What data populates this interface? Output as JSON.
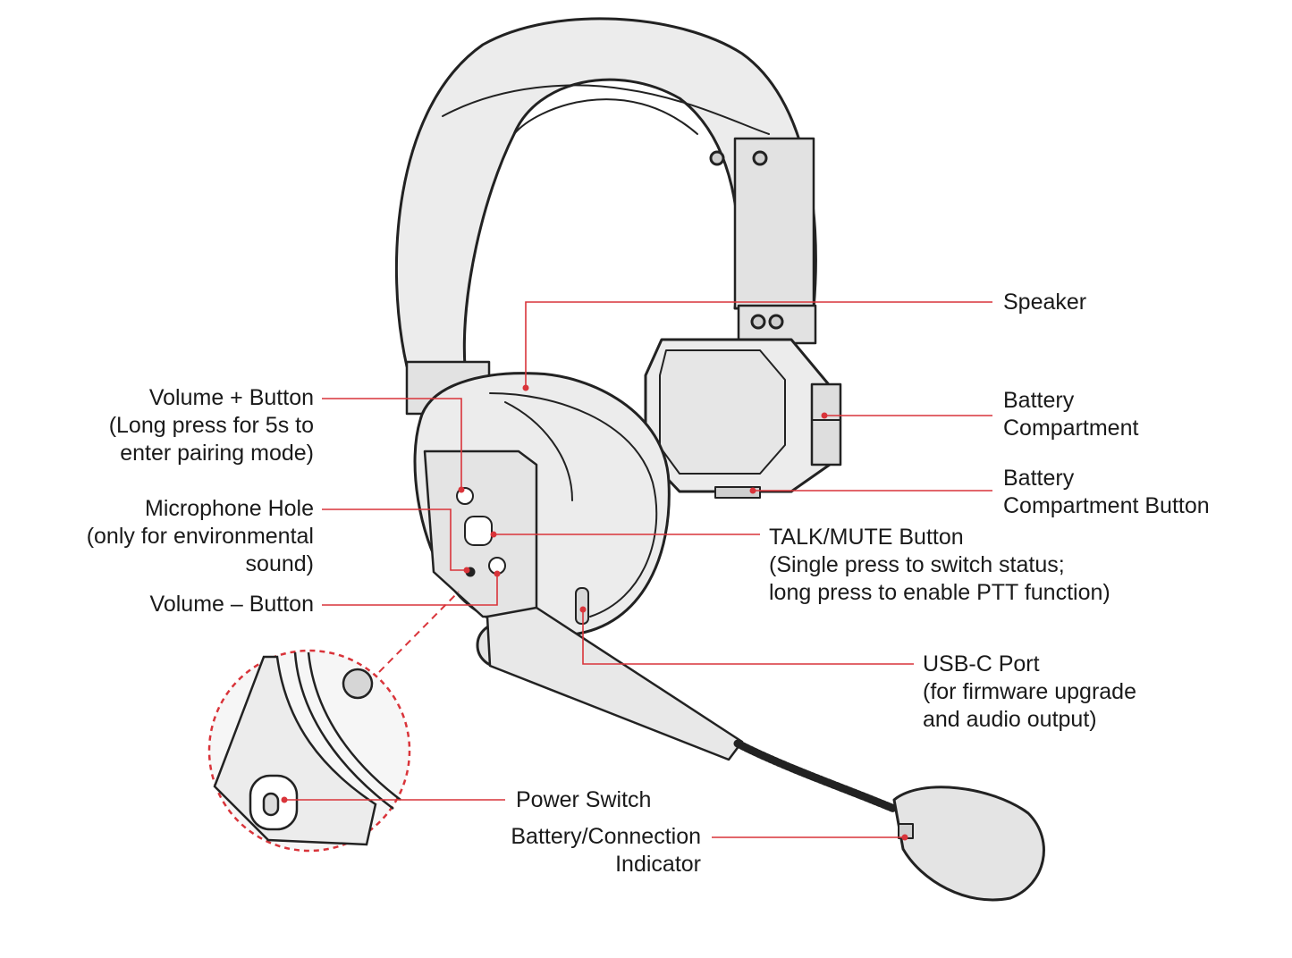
{
  "colors": {
    "leader": "#d9343a",
    "outline": "#222222",
    "fill": "#ececec",
    "fill_dark": "#dcdcdc"
  },
  "labels": {
    "speaker": {
      "line1": "Speaker"
    },
    "battery_compartment": {
      "line1": "Battery",
      "line2": "Compartment"
    },
    "battery_compartment_button": {
      "line1": "Battery",
      "line2": "Compartment Button"
    },
    "volume_plus": {
      "line1": "Volume + Button",
      "line2": "(Long press for 5s to",
      "line3": "enter pairing mode)"
    },
    "microphone_hole": {
      "line1": "Microphone Hole",
      "line2": "(only for environmental",
      "line3": "sound)"
    },
    "volume_minus": {
      "line1": "Volume – Button"
    },
    "talk_mute": {
      "line1": "TALK/MUTE Button",
      "line2": "(Single press to switch status;",
      "line3": "long press to enable PTT function)"
    },
    "usb_c": {
      "line1": "USB-C Port",
      "line2": "(for firmware upgrade",
      "line3": "and audio output)"
    },
    "power_switch": {
      "line1": "Power Switch"
    },
    "indicator": {
      "line1": "Battery/Connection",
      "line2": "Indicator"
    }
  }
}
